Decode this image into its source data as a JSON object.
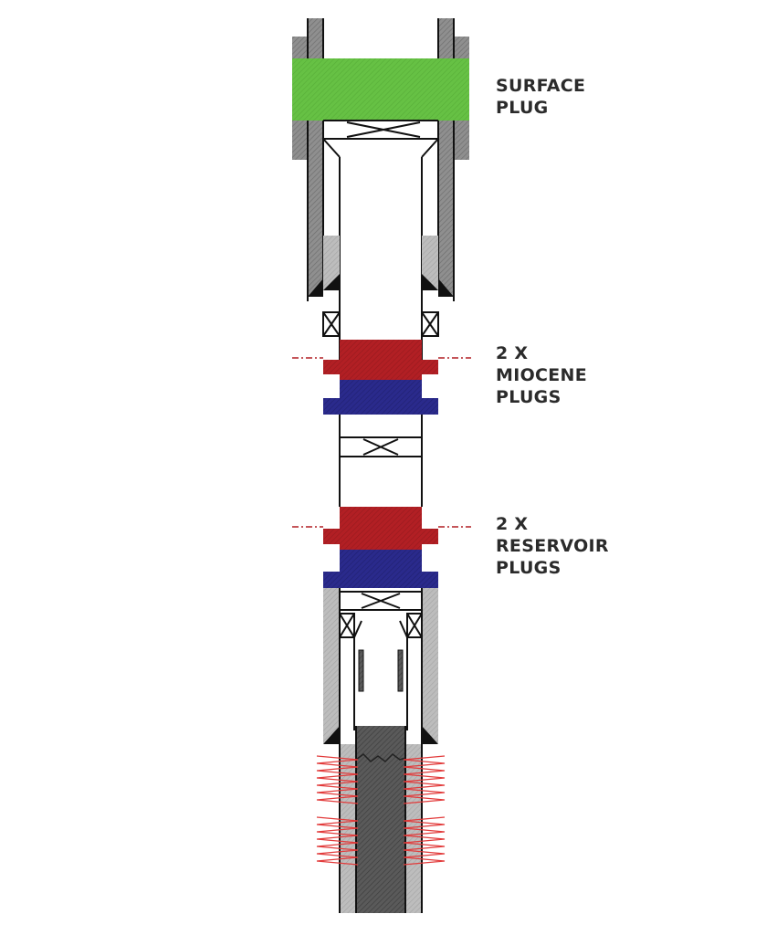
{
  "labels": {
    "surface": [
      "SURFACE",
      "PLUG"
    ],
    "miocene": [
      "2 X",
      "MIOCENE",
      "PLUGS"
    ],
    "reservoir": [
      "2 X",
      "RESERVOIR",
      "PLUGS"
    ]
  },
  "colors": {
    "surface_plug": "#66c144",
    "cement_plug_red": "#b21f24",
    "cement_plug_blue": "#2a2a8c",
    "casing_grey": "#8c8c8c",
    "formation_dark": "#555555",
    "perforation_red": "#e23b3b",
    "line": "#111111"
  }
}
